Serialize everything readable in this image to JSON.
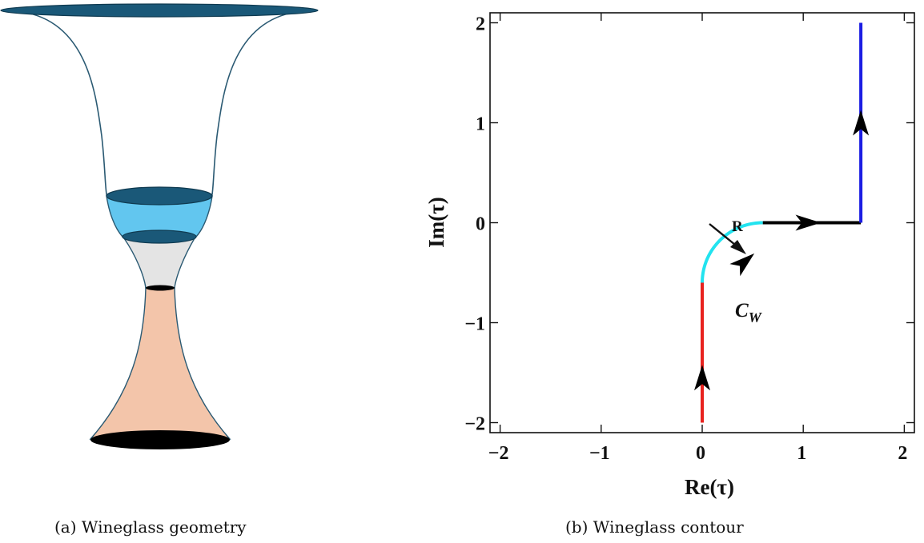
{
  "figure_a": {
    "caption": "(a)  Wineglass geometry",
    "colors": {
      "rim": "#1a5878",
      "outline": "#2b5a73",
      "bowl_band": "#62c6ef",
      "neck": "#e4e4e4",
      "stem": "#f3c5aa",
      "base": "#000000"
    }
  },
  "figure_b": {
    "caption": "(b)  Wineglass contour",
    "annotations": {
      "radius_label": "R",
      "contour_main": "C",
      "contour_sub": "W"
    }
  },
  "chart_data": {
    "type": "line",
    "xlabel": "Re(τ)",
    "ylabel": "Im(τ)",
    "xlim": [
      -2.1,
      2.1
    ],
    "ylim": [
      -2.1,
      2.1
    ],
    "x_ticks": [
      -2,
      -1,
      0,
      1,
      2
    ],
    "y_ticks": [
      -2,
      -1,
      0,
      1,
      2
    ],
    "x_tick_labels": [
      "−2",
      "−1",
      "0",
      "1",
      "2"
    ],
    "y_tick_labels": [
      "−2",
      "−1",
      "0",
      "1",
      "2"
    ],
    "grid": false,
    "series": [
      {
        "color": "#e8231f",
        "points": [
          [
            0,
            -2.0
          ],
          [
            0,
            -0.6
          ]
        ]
      },
      {
        "color": "#22e3ef",
        "arc": {
          "center": [
            0.6,
            -0.6
          ],
          "radius": 0.6,
          "from_deg": 180,
          "to_deg": 90
        }
      },
      {
        "color": "#000000",
        "points": [
          [
            0.6,
            0
          ],
          [
            1.57,
            0
          ]
        ]
      },
      {
        "color": "#1c1ee3",
        "points": [
          [
            1.57,
            0
          ],
          [
            1.57,
            2.0
          ]
        ]
      }
    ],
    "arrows": [
      {
        "at": [
          0,
          -1.55
        ],
        "direction": "up"
      },
      {
        "at": [
          0.42,
          -0.39
        ],
        "direction": "along-arc"
      },
      {
        "at": [
          1.05,
          0
        ],
        "direction": "right"
      },
      {
        "at": [
          1.57,
          1.0
        ],
        "direction": "up"
      }
    ]
  }
}
